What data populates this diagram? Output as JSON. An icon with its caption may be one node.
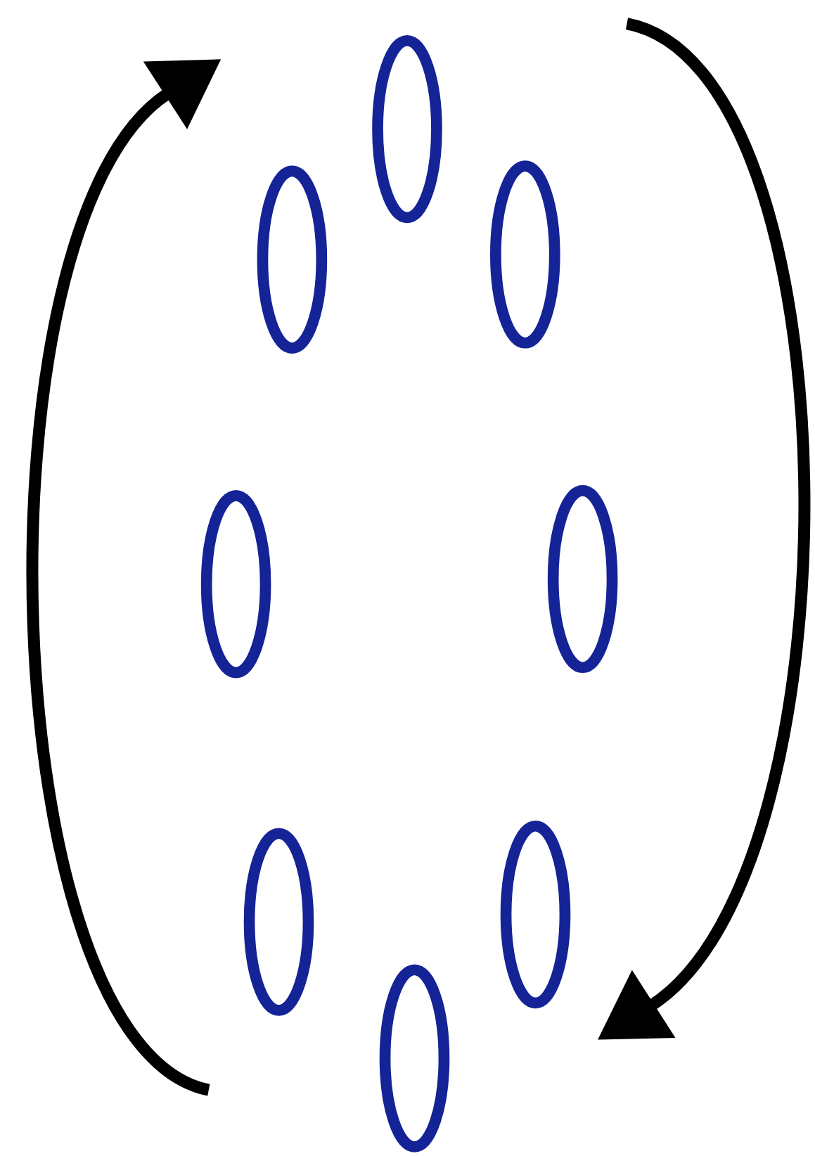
{
  "diagram": {
    "nodes": [
      {
        "text": [],
        "shape": "ellipse"
      },
      {
        "text": [],
        "shape": "ellipse"
      },
      {
        "text": [],
        "shape": "ellipse"
      },
      {
        "text": [],
        "shape": "ellipse"
      },
      {
        "text": [],
        "shape": "ellipse"
      },
      {
        "text": [],
        "shape": "ellipse"
      },
      {
        "text": [],
        "shape": "ellipse"
      },
      {
        "text": [],
        "shape": "ellipse"
      }
    ]
  }
}
